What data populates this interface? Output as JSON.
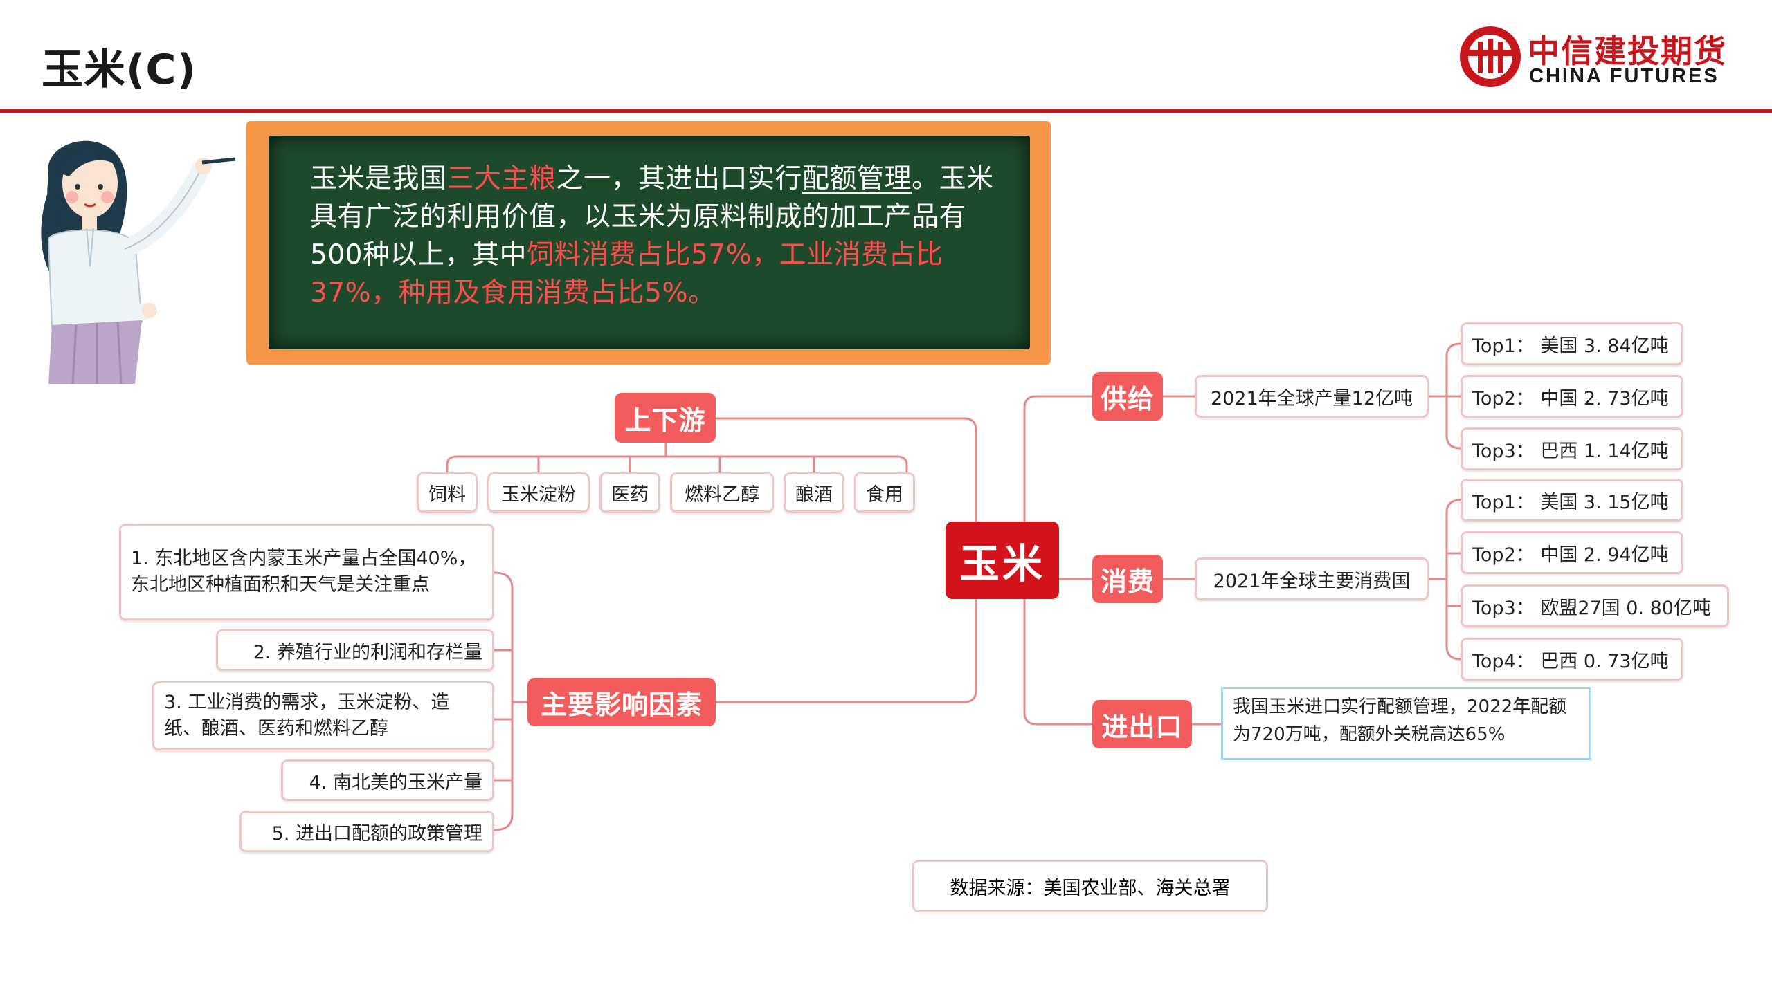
{
  "header": {
    "title": "玉米(C)"
  },
  "logo": {
    "cn": "中信建投期货",
    "en": "CHINA FUTURES"
  },
  "blackboard": {
    "p1": "玉米是我国",
    "h1": "三大主粮",
    "p2": "之一，其进出口实行",
    "u1": "配额管理",
    "p3": "。玉米具有广泛的利用价值，以玉米为原料制成的加工产品有500种以上，其中",
    "h2": "饲料消费占比57%，工业消费占比37%，种用及食用消费占比5%。"
  },
  "mindmap": {
    "center": "玉米",
    "upstream": {
      "label": "上下游",
      "items": [
        "饲料",
        "玉米淀粉",
        "医药",
        "燃料乙醇",
        "酿酒",
        "食用"
      ]
    },
    "factors": {
      "label": "主要影响因素",
      "items": [
        "1. 东北地区含内蒙玉米产量占全国40%，东北地区种植面积和天气是关注重点",
        "2. 养殖行业的利润和存栏量",
        "3. 工业消费的需求，玉米淀粉、造纸、酿酒、医药和燃料乙醇",
        "4. 南北美的玉米产量",
        "5. 进出口配额的政策管理"
      ]
    },
    "supply": {
      "label": "供给",
      "sub": "2021年全球产量12亿吨",
      "items": [
        "Top1： 美国  3. 84亿吨",
        "Top2： 中国  2. 73亿吨",
        "Top3： 巴西  1. 14亿吨"
      ]
    },
    "consumption": {
      "label": "消费",
      "sub": "2021年全球主要消费国",
      "items": [
        "Top1： 美国  3. 15亿吨",
        "Top2： 中国  2. 94亿吨",
        "Top3： 欧盟27国  0. 80亿吨",
        "Top4： 巴西  0. 73亿吨"
      ]
    },
    "trade": {
      "label": "进出口",
      "text": "我国玉米进口实行配额管理，2022年配额为720万吨，配额外关税高达65%"
    }
  },
  "source": "数据来源：美国农业部、海关总署",
  "colors": {
    "brand_red": "#c8161d",
    "node_red": "#f25c5c",
    "board_orange": "#f79646",
    "board_green": "#1e4a2c",
    "highlight": "#ff4d4d",
    "connector": "#e58a8a"
  }
}
